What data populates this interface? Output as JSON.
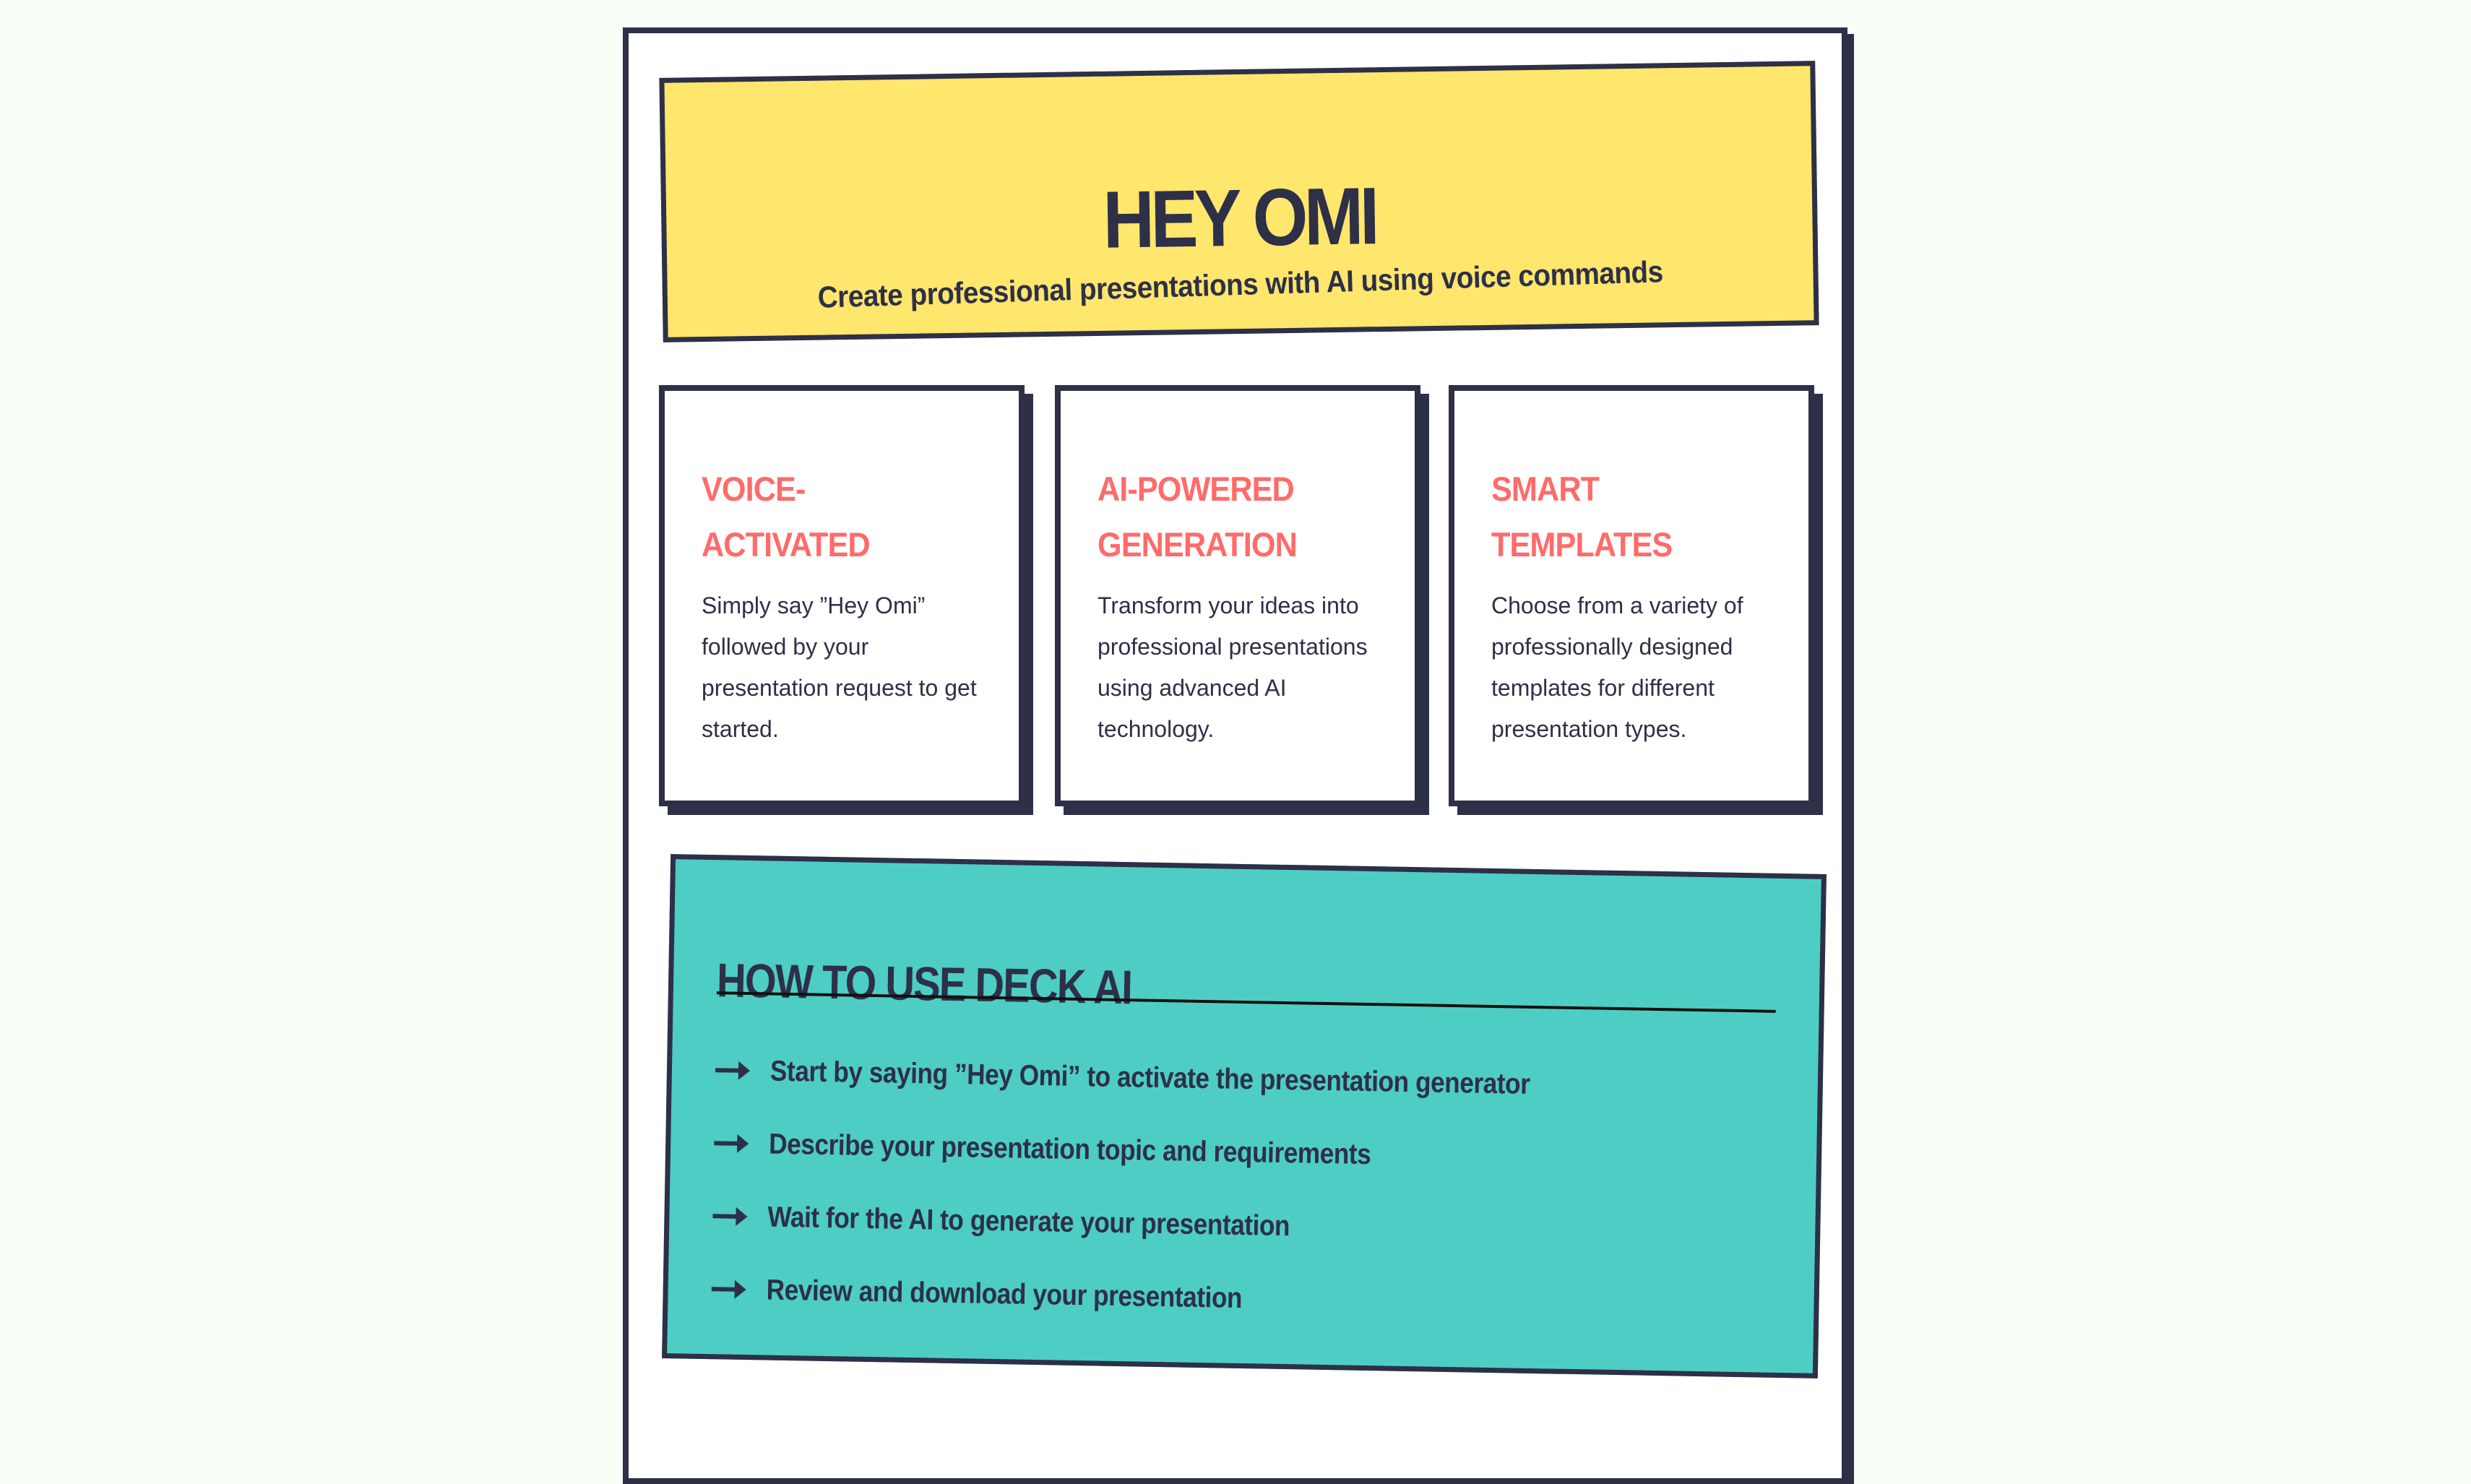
{
  "colors": {
    "background": "#f7fff7",
    "ink": "#2d3047",
    "hero_bg": "#ffe66d",
    "accent": "#ff6b6b",
    "howto_bg": "#4ecdc4",
    "card_bg": "#ffffff"
  },
  "hero": {
    "title": "HEY OMI",
    "subtitle": "Create professional presentations with AI using voice commands"
  },
  "features": [
    {
      "title": "VOICE-ACTIVATED",
      "title_lines": [
        "VOICE-",
        "ACTIVATED"
      ],
      "body": "Simply say ”Hey Omi” followed by your presentation request to get started."
    },
    {
      "title": "AI-POWERED GENERATION",
      "title_lines": [
        "AI-POWERED",
        "GENERATION"
      ],
      "body": "Transform your ideas into professional presentations using advanced AI technology."
    },
    {
      "title": "SMART TEMPLATES",
      "title_lines": [
        "SMART",
        "TEMPLATES"
      ],
      "body": "Choose from a variety of professionally designed templates for different presentation types."
    }
  ],
  "howto": {
    "title": "HOW TO USE DECK AI",
    "bullet_icon": "arrow-right-icon",
    "steps": [
      "Start by saying ”Hey Omi” to activate the presentation generator",
      "Describe your presentation topic and requirements",
      "Wait for the AI to generate your presentation",
      "Review and download your presentation"
    ]
  }
}
